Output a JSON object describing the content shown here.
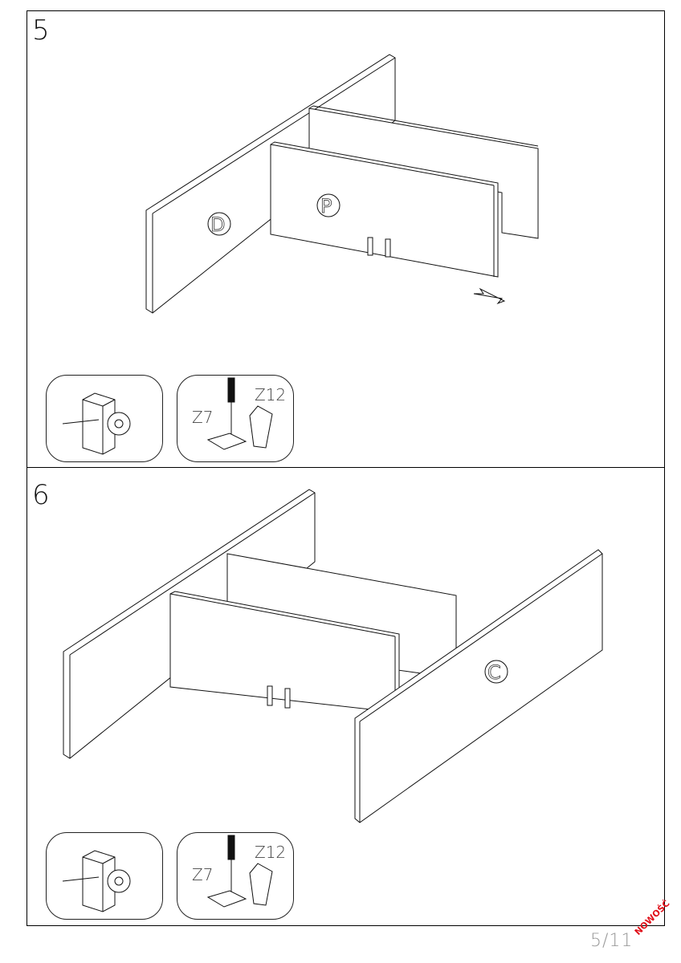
{
  "steps": [
    {
      "number": "5",
      "panel_labels": [
        "D",
        "P"
      ],
      "detail": {
        "screw_label": "Z7",
        "dowel_label": "Z12"
      }
    },
    {
      "number": "6",
      "panel_labels": [
        "C"
      ],
      "detail": {
        "screw_label": "Z7",
        "dowel_label": "Z12"
      }
    }
  ],
  "footer": {
    "page": "5/11",
    "badge": "NOWOŚĆ"
  },
  "colors": {
    "badge": "#e0101a",
    "line": "#000000"
  }
}
